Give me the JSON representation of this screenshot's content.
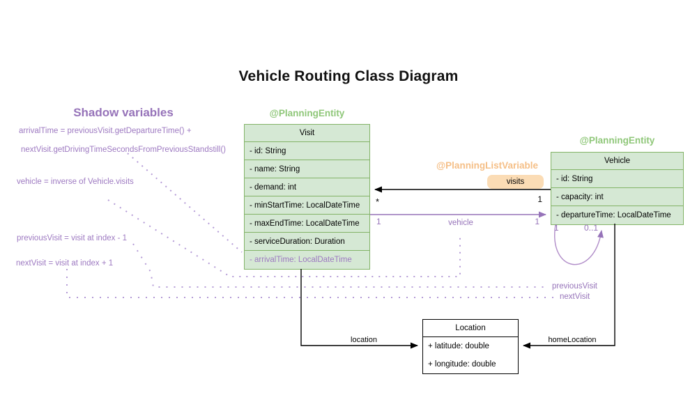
{
  "title": "Vehicle Routing Class Diagram",
  "shadow": {
    "heading": "Shadow variables",
    "lines": [
      "arrivalTime = previousVisit.getDepartureTime() +",
      "nextVisit.getDrivingTimeSecondsFromPreviousStandstill()",
      "vehicle = inverse of Vehicle.visits",
      "previousVisit = visit at index - 1",
      "nextVisit = visit at index + 1"
    ]
  },
  "annotations": {
    "planning_entity": "@PlanningEntity",
    "planning_list_variable": "@PlanningListVariable"
  },
  "classes": {
    "visit": {
      "name": "Visit",
      "fields": [
        "- id: String",
        "- name: String",
        "- demand: int",
        "- minStartTime: LocalDateTime",
        "- maxEndTime: LocalDateTime",
        "- serviceDuration: Duration",
        "- arrivalTime: LocalDateTime"
      ]
    },
    "vehicle": {
      "name": "Vehicle",
      "fields": [
        "- id: String",
        "- capacity: int",
        "- departureTime: LocalDateTime"
      ]
    },
    "location": {
      "name": "Location",
      "fields": [
        "+ latitude: double",
        "+ longitude: double"
      ]
    }
  },
  "edges": {
    "visits": {
      "label": "visits",
      "mult_target": "*",
      "mult_source": "1"
    },
    "vehicle": {
      "label": "vehicle",
      "mult_left": "1",
      "mult_right": "1"
    },
    "self_loop": {
      "mult_left": "1",
      "mult_right": "0..1"
    },
    "location": {
      "label": "location"
    },
    "home_location": {
      "label": "homeLocation"
    },
    "previous_visit": {
      "label": "previousVisit"
    },
    "next_visit": {
      "label": "nextVisit"
    }
  },
  "colors": {
    "class_fill_green": "#d5e8d4",
    "class_border_green": "#82b366",
    "annotation_green": "#8fc779",
    "annotation_orange": "#f5bf87",
    "badge_orange_fill": "#fbdcb5",
    "shadow_purple": "#9673b9",
    "dotted_purple": "#b49bd6",
    "black": "#000000"
  }
}
